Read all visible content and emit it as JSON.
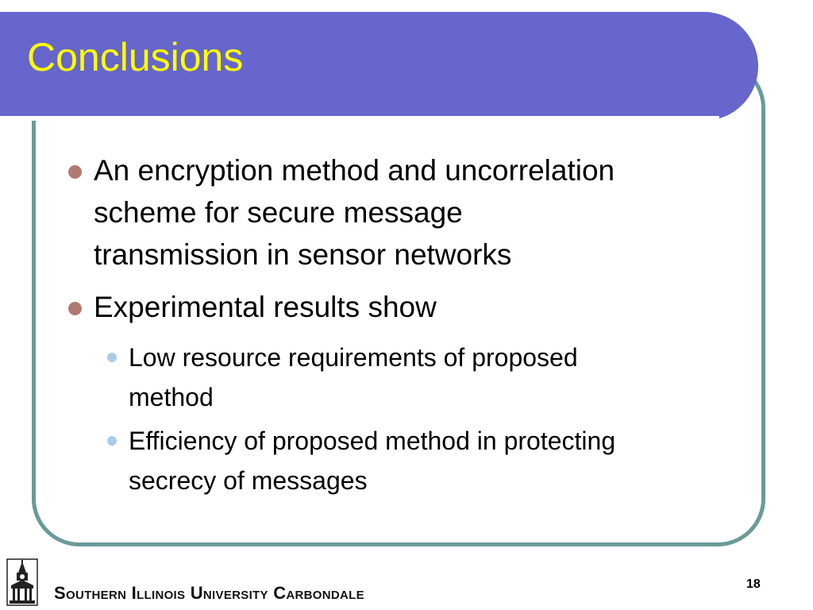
{
  "slide": {
    "title": "Conclusions",
    "bullets": [
      {
        "lines": [
          "An encryption method and uncorrelation",
          "scheme for secure message",
          "transmission in sensor networks"
        ]
      },
      {
        "lines": [
          "Experimental results show"
        ],
        "sub_bullets": [
          {
            "lines": [
              "Low resource requirements of proposed",
              "method"
            ]
          },
          {
            "lines": [
              "Efficiency of proposed method in protecting",
              "secrecy of messages"
            ]
          }
        ]
      }
    ]
  },
  "footer": {
    "institution": "Southern Illinois University Carbondale",
    "page_number": "18",
    "logo_icon": "clock-tower-icon"
  },
  "colors": {
    "title_bar": "#6666cc",
    "title_text": "#ffff00",
    "frame_border": "#6a9a9a",
    "bullet_level1": "#b07a72",
    "bullet_level2": "#a8cce8"
  }
}
